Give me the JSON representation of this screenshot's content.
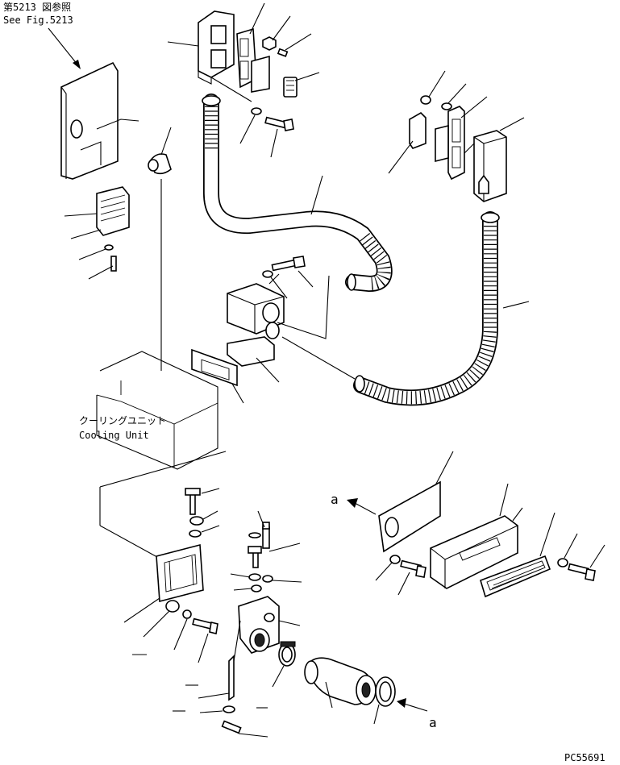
{
  "reference": {
    "line1": "第5213 図参照",
    "line2": "See Fig.5213"
  },
  "unit": {
    "label_jp": "クーリングユニット",
    "label_en": "Cooling Unit"
  },
  "view": {
    "label_top": "a",
    "label_bottom": "a"
  },
  "footer": {
    "drawing_number": "PC55691"
  }
}
